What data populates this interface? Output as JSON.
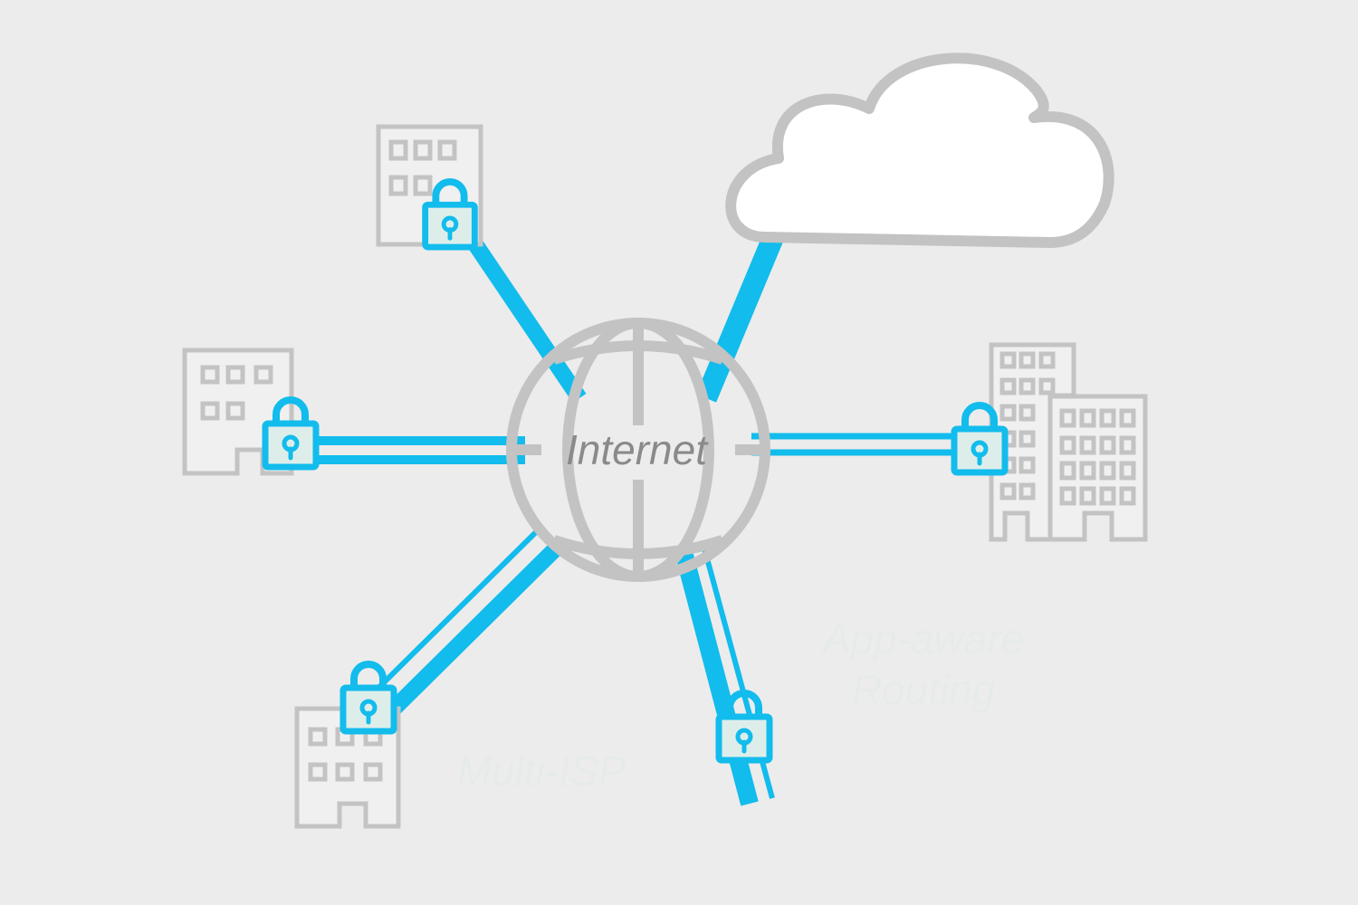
{
  "globe": {
    "label": "Internet"
  },
  "faded_labels": {
    "app_aware_line1": "App-aware",
    "app_aware_line2": "Routing",
    "multi_isp": "Multi-ISP"
  },
  "colors": {
    "background": "#ececec",
    "link_blue": "#12bcec",
    "outline_gray": "#c3c3c3",
    "building_fill": "#f0f0f0",
    "cloud_fill": "#ffffff"
  },
  "icons": {
    "cloud": "cloud-icon",
    "globe": "globe-icon",
    "building": "building-icon",
    "lock": "padlock-icon"
  }
}
